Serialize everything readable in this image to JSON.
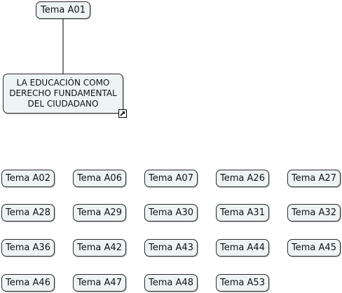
{
  "diagram": {
    "root": {
      "label": "Tema A01"
    },
    "main": {
      "label": "LA EDUCACIÓN COMO DERECHO FUNDAMENTAL DEL CIUDADANO",
      "link_icon": "external-link-icon"
    },
    "rows": [
      [
        "Tema A02",
        "Tema A06",
        "Tema A07",
        "Tema A26",
        "Tema A27"
      ],
      [
        "Tema A28",
        "Tema A29",
        "Tema A30",
        "Tema A31",
        "Tema A32"
      ],
      [
        "Tema A36",
        "Tema A42",
        "Tema A43",
        "Tema A44",
        "Tema A45"
      ],
      [
        "Tema A46",
        "Tema A47",
        "Tema A48",
        "Tema A53"
      ]
    ]
  }
}
